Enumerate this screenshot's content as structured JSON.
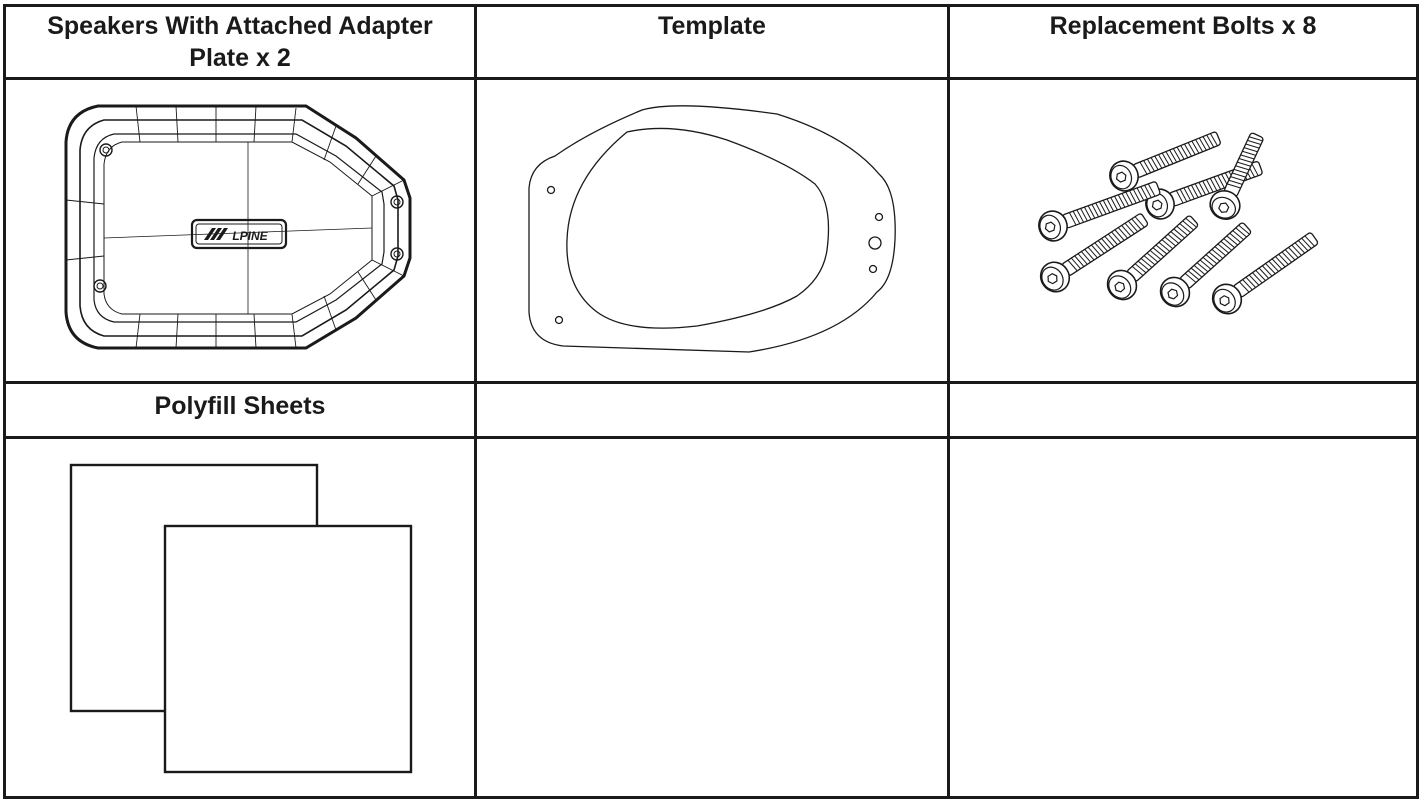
{
  "table": {
    "headers": [
      "Speakers With Attached Adapter Plate x 2",
      "Template",
      "Replacement Bolts x 8",
      "Polyfill Sheets",
      "",
      ""
    ]
  },
  "items": {
    "speaker": {
      "logo_text": "LPINE",
      "icon": "speaker-with-adapter-plate"
    },
    "template": {
      "icon": "mounting-template"
    },
    "bolts": {
      "icon": "hex-socket-bolts",
      "count": 8
    },
    "polyfill": {
      "icon": "polyfill-sheets",
      "count": 2
    }
  }
}
